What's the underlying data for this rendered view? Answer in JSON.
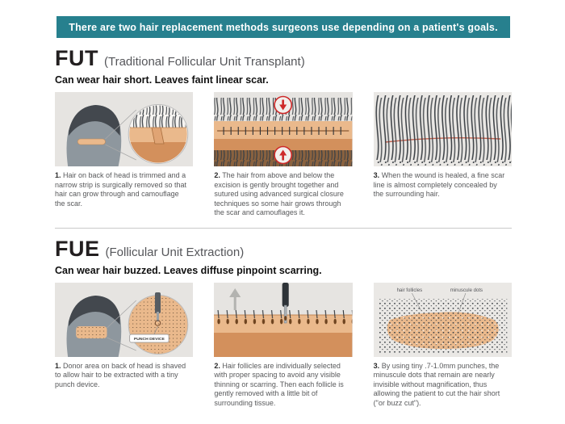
{
  "banner": {
    "text": "There are two hair replacement methods surgeons use depending on a patient's goals."
  },
  "sections": {
    "fut": {
      "acronym": "FUT",
      "full_name": "(Traditional Follicular Unit Transplant)",
      "tagline": "Can wear hair short. Leaves faint linear scar.",
      "steps": [
        {
          "number": "1.",
          "text": "Hair on back of head is trimmed and a narrow strip is surgically removed so that hair can grow through and camouflage the scar."
        },
        {
          "number": "2.",
          "text": "The hair from above and below the excision is gently brought together and sutured using advanced surgical closure techniques so some hair grows through the scar and camouflages it."
        },
        {
          "number": "3.",
          "text": "When the wound is healed, a fine scar line is almost completely concealed by the surrounding hair."
        }
      ]
    },
    "fue": {
      "acronym": "FUE",
      "full_name": "(Follicular Unit Extraction)",
      "tagline": "Can wear hair buzzed. Leaves diffuse pinpoint scarring.",
      "steps": [
        {
          "number": "1.",
          "text": "Donor area on back of head is shaved to allow hair to be extracted with a tiny punch device."
        },
        {
          "number": "2.",
          "text": "Hair follicles are individually selected with proper spacing to avoid any visible thinning or scarring. Then each follicle is gently removed with a little bit of surrounding tissue."
        },
        {
          "number": "3.",
          "text": "By using tiny .7-1.0mm punches, the minuscule dots that remain are nearly invisible without magnification, thus allowing the patient to cut the hair short (\"or buzz cut\")."
        }
      ],
      "illustration_labels": {
        "punch_device": "PUNCH DEVICE",
        "hair_follicles": "hair follicles",
        "minuscule_dots": "minuscule dots"
      }
    }
  },
  "colors": {
    "banner_bg": "#27808e",
    "panel_bg": "#e6e4e1",
    "skin": "#eab98c",
    "skin_deep": "#d3905c",
    "hair": "#3b4045",
    "head_gray": "#8e979e",
    "arrow_red": "#ce2a2a",
    "text_gray": "#58595b"
  }
}
